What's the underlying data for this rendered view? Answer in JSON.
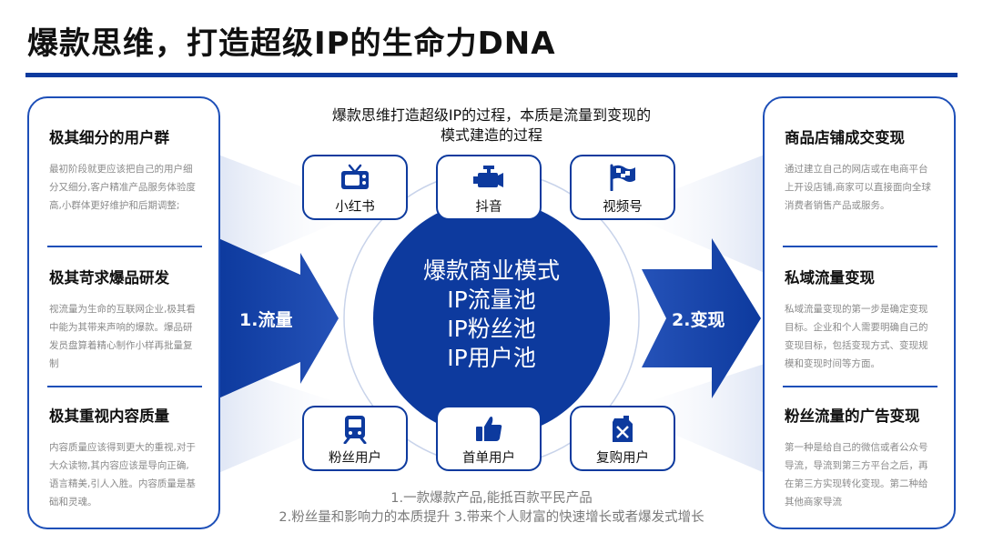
{
  "title": "爆款思维，打造超级IP的生命力DNA",
  "top_text": [
    "爆款思维打造超级IP的过程，本质是流量到变现的",
    "模式建造的过程"
  ],
  "center_lines": [
    "爆款商业模式",
    "IP流量池",
    "IP粉丝池",
    "IP用户池"
  ],
  "flow": {
    "left": "1.流量",
    "right": "2.变现"
  },
  "cards_top": [
    {
      "label": "小红书",
      "icon": "tv-icon"
    },
    {
      "label": "抖音",
      "icon": "engine-icon"
    },
    {
      "label": "视频号",
      "icon": "flag-icon"
    }
  ],
  "cards_bottom": [
    {
      "label": "粉丝用户",
      "icon": "bus-icon"
    },
    {
      "label": "首单用户",
      "icon": "thumbs-up-icon"
    },
    {
      "label": "复购用户",
      "icon": "jerrycan-icon"
    }
  ],
  "bottom_text": [
    "1.一款爆款产品,能抵百款平民产品",
    "2.粉丝量和影响力的本质提升 3.带来个人财富的快速增长或者爆发式增长"
  ],
  "left_panel": [
    {
      "heading": "极其细分的用户群",
      "body": "最初阶段就更应该把自己的用户细分又细分,客户精准产品服务体验度高,小群体更好维护和后期调整;"
    },
    {
      "heading": "极其苛求爆品研发",
      "body": "视流量为生命的互联网企业,极其看中能为其带来声响的爆款。爆品研发员盘算着精心制作小样再批量复制"
    },
    {
      "heading": "极其重视内容质量",
      "body": "内容质量应该得到更大的重视,对于大众读物,其内容应该是导向正确,语言精美,引人入胜。内容质量是基础和灵魂。"
    }
  ],
  "right_panel": [
    {
      "heading": "商品店铺成交变现",
      "body": "通过建立自己的网店或在电商平台上开设店铺,商家可以直接面向全球消费者销售产品或服务。"
    },
    {
      "heading": "私域流量变现",
      "body": "私域流量变现的第一步是确定变现目标。企业和个人需要明确自己的变现目标，包括变现方式、变现规模和变现时间等方面。"
    },
    {
      "heading": "粉丝流量的广告变现",
      "body": "第一种是给自己的微信或者公众号导流，导流到第三方平台之后，再在第三方实现转化变现。第二种给其他商家导流"
    }
  ],
  "colors": {
    "primary": "#0d3a9e",
    "accent": "#1d4fb8",
    "muted": "#8a8a8a"
  }
}
